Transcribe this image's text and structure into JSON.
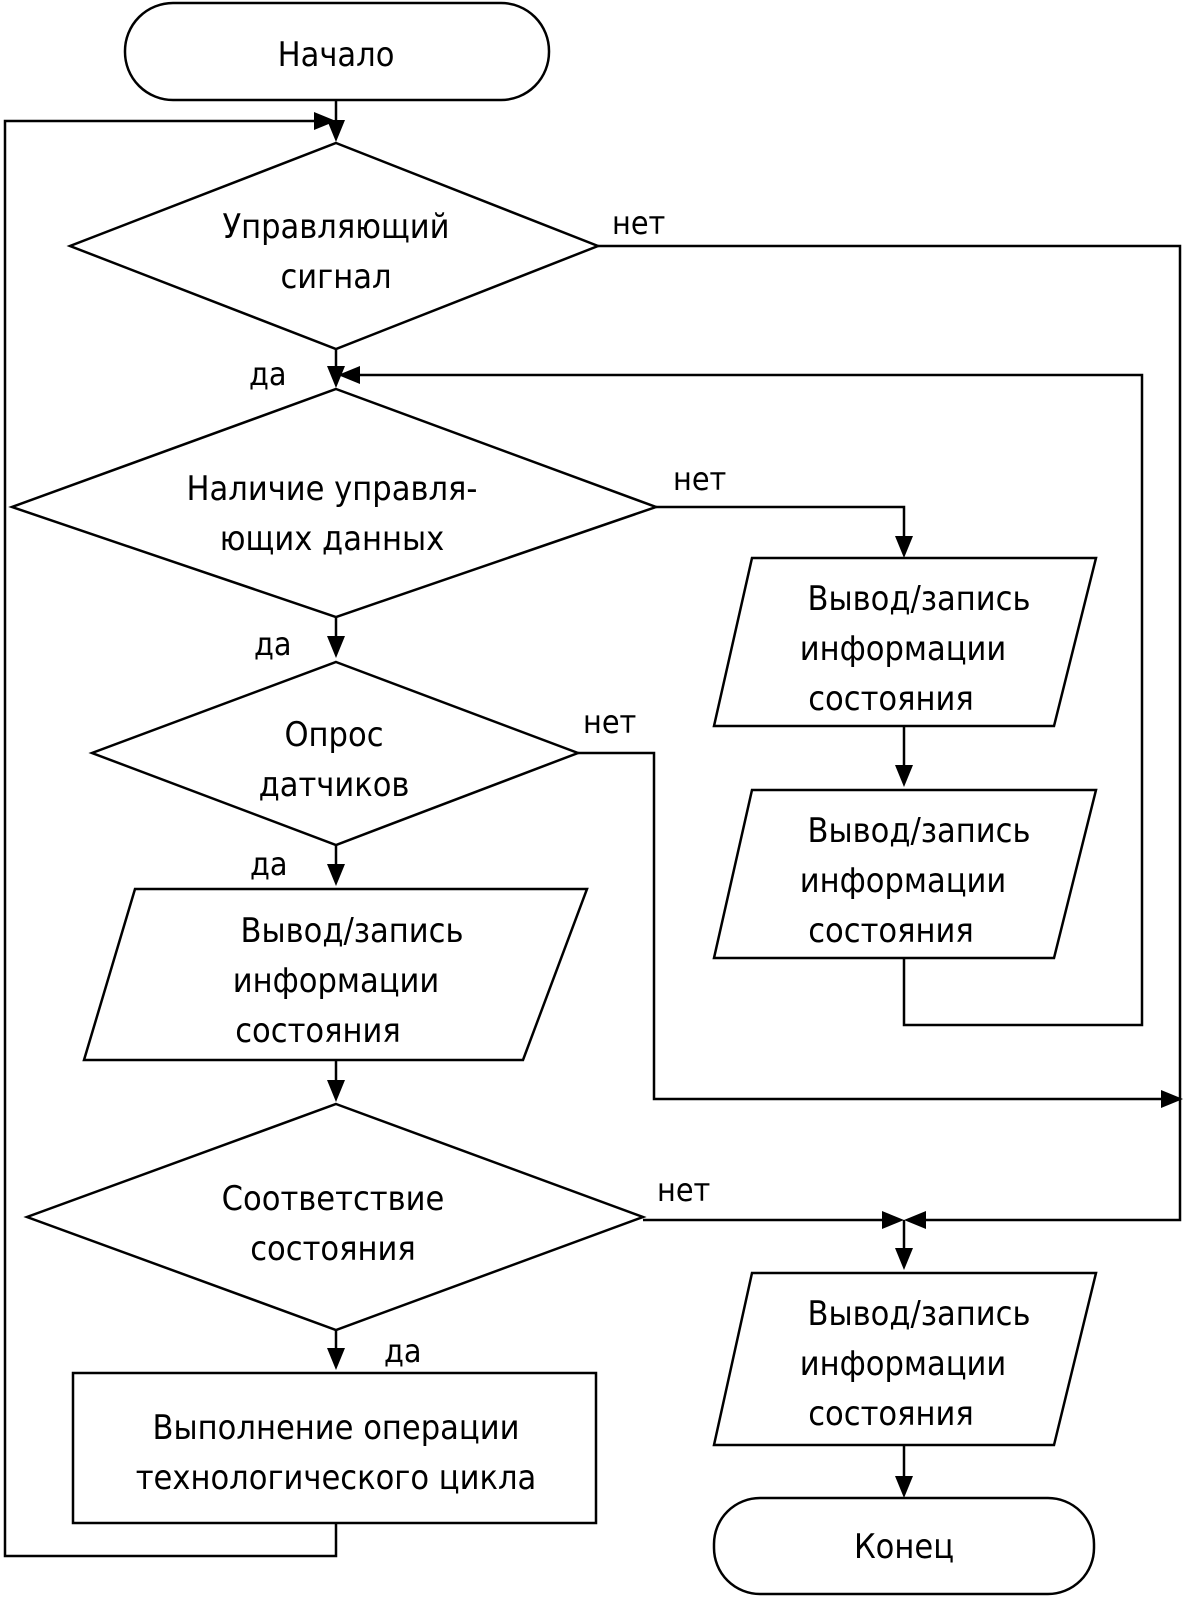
{
  "diagram": {
    "start": "Начало",
    "end": "Конец",
    "decision_control_signal": [
      "Управляющий",
      "сигнал"
    ],
    "decision_control_data": [
      "Наличие управля-",
      "ющих данных"
    ],
    "decision_sensors": [
      "Опрос",
      "датчиков"
    ],
    "decision_state_match": [
      "Соответствие",
      "состояния"
    ],
    "io_state_info": [
      "Вывод/запись",
      "информации",
      "состояния"
    ],
    "process_operation": [
      "Выполнение операции",
      "технологического цикла"
    ],
    "yes": "да",
    "no": "нет"
  }
}
